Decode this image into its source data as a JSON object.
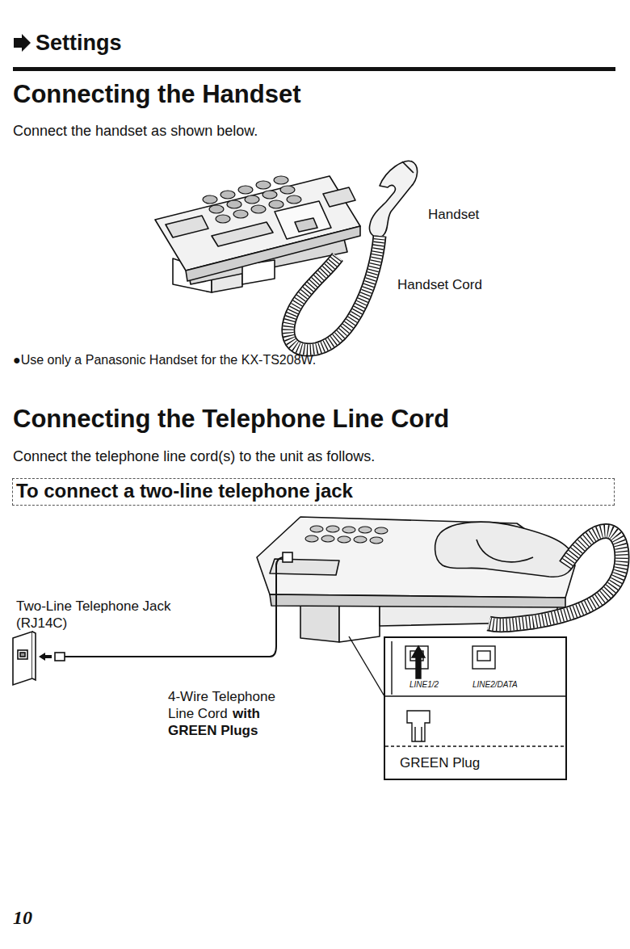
{
  "diagram": {
    "title": "Settings",
    "nodes": [
      {
        "text": [
          "To connect a two-line telephone jack"
        ]
      },
      {
        "text": [
          "LINE1/2",
          "LINE2/DATA",
          "GREEN Plug"
        ]
      }
    ],
    "labels": [
      "Connecting the Handset",
      "Connect the handset as shown below.",
      "Handset",
      "Handset Cord",
      "●Use only a Panasonic Handset for the KX-TS208W.",
      "Connecting the Telephone Line Cord",
      "Connect the telephone line cord(s) to the unit as follows.",
      "Two-Line Telephone Jack (RJ14C)",
      "4-Wire Telephone Line Cord",
      "with GREEN Plugs",
      "10"
    ]
  }
}
